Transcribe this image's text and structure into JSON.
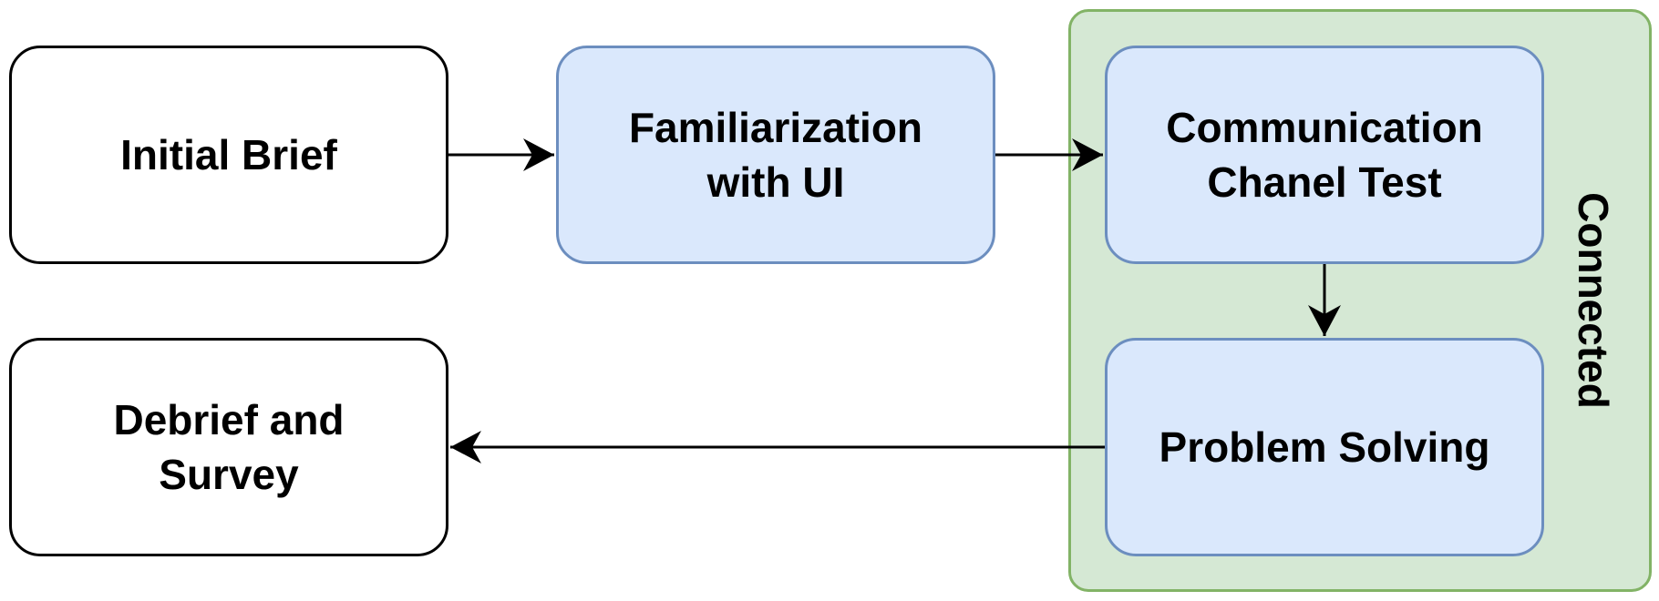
{
  "colors": {
    "group_fill": "#d5e8d4",
    "group_border": "#82b366",
    "box_fill": "#dae8fc",
    "box_border": "#6c8ebf",
    "plain_border": "#000000",
    "arrow": "#000000"
  },
  "group": {
    "label": "Connected"
  },
  "nodes": {
    "initial_brief": {
      "line1": "Initial Brief",
      "line2": ""
    },
    "familiarization": {
      "line1": "Familiarization",
      "line2": "with UI"
    },
    "communication": {
      "line1": "Communication",
      "line2": "Chanel Test"
    },
    "problem_solving": {
      "line1": "Problem Solving",
      "line2": ""
    },
    "debrief": {
      "line1": "Debrief and",
      "line2": "Survey"
    }
  },
  "edges": [
    {
      "from": "initial_brief",
      "to": "familiarization"
    },
    {
      "from": "familiarization",
      "to": "communication"
    },
    {
      "from": "communication",
      "to": "problem_solving"
    },
    {
      "from": "problem_solving",
      "to": "debrief"
    }
  ]
}
